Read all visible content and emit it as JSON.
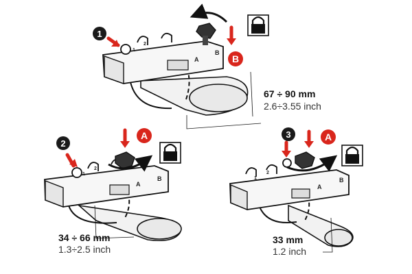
{
  "colors": {
    "accent": "#d9261c",
    "ink": "#111111",
    "badge": "#1a1a1a"
  },
  "icons": [
    "padlock-icon",
    "rotation-arrow-icon",
    "push-arrow-icon"
  ],
  "steps": [
    {
      "number": "1",
      "action_badge": "B",
      "part_a": "A",
      "part_b": "B",
      "slot_1": "1",
      "slot_2": "2",
      "range_mm": "67 ÷ 90 mm",
      "range_inch": "2.6÷3.55 inch"
    },
    {
      "number": "2",
      "action_badge": "A",
      "part_a": "A",
      "part_b": "B",
      "slot_1": "1",
      "slot_2": "2",
      "range_mm": "34 ÷ 66 mm",
      "range_inch": "1.3÷2.5 inch"
    },
    {
      "number": "3",
      "action_badge": "A",
      "part_a": "A",
      "part_b": "B",
      "slot_1": "1",
      "slot_2": "2",
      "range_mm": "33 mm",
      "range_inch": "1.2 inch"
    }
  ]
}
